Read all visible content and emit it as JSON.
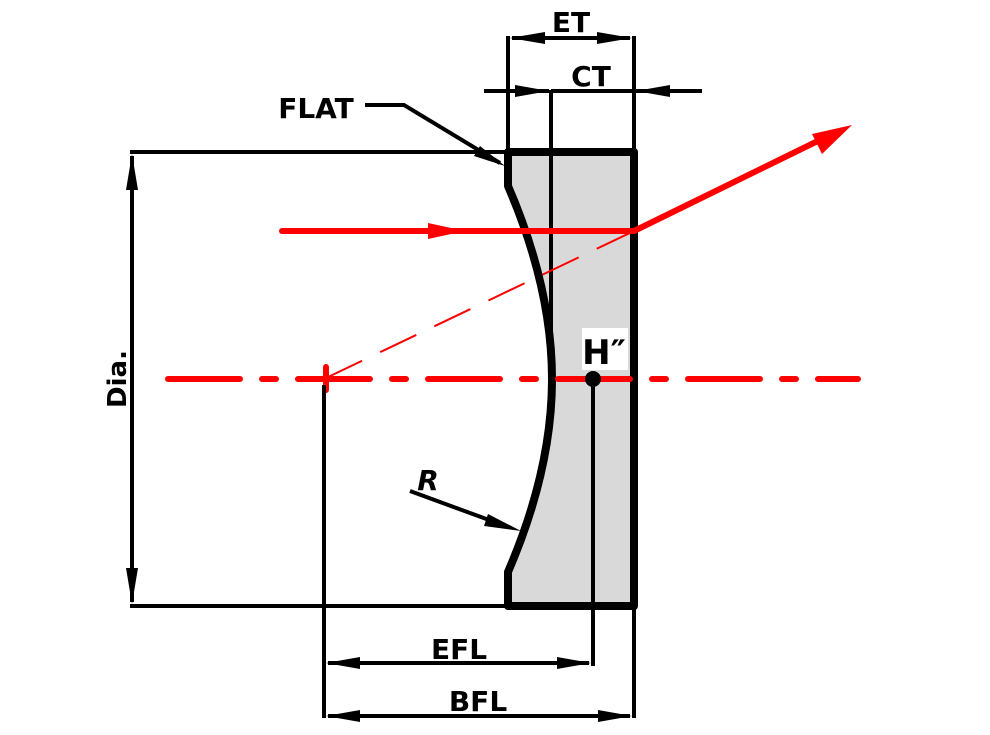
{
  "title": "Plano-concave lens diagram",
  "colors": {
    "line": "#000000",
    "ray": "#ff0000",
    "lens_fill": "#d9d9d9",
    "background": "#ffffff"
  },
  "labels": {
    "et": "ET",
    "ct": "CT",
    "flat": "FLAT",
    "dia": "Dia.",
    "h_double_prime": "H″",
    "r": "R",
    "efl": "EFL",
    "bfl": "BFL"
  }
}
